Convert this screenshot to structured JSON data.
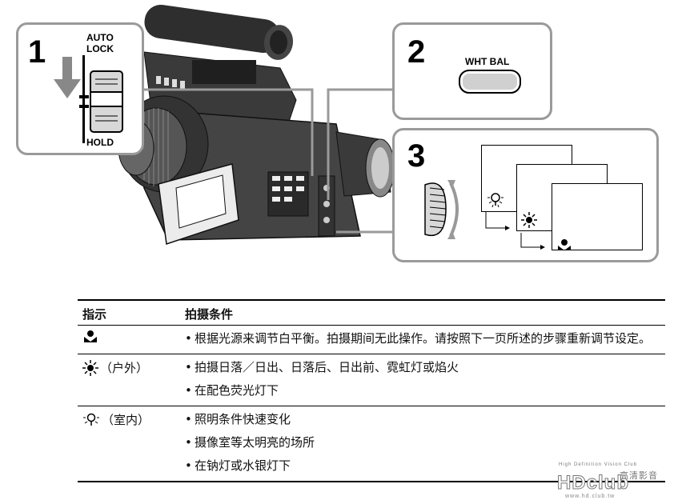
{
  "steps": {
    "step1": {
      "number": "1",
      "switch_labels": {
        "auto": "AUTO",
        "lock": "LOCK",
        "hold": "HOLD"
      }
    },
    "step2": {
      "number": "2",
      "button_label": "WHT BAL"
    },
    "step3": {
      "number": "3"
    }
  },
  "table": {
    "headers": {
      "indicator": "指示",
      "condition": "拍摄条件"
    },
    "rows": [
      {
        "indicator_icon": "white-balance-hold-icon",
        "indicator_text": "",
        "conditions": [
          "根据光源来调节白平衡。拍摄期间无此操作。请按照下一页所述的步骤重新调节设定。"
        ]
      },
      {
        "indicator_icon": "sun-outdoor-icon",
        "indicator_text": "（户外）",
        "conditions": [
          "拍摄日落／日出、日落后、日出前、霓虹灯或焰火",
          "在配色荧光灯下"
        ]
      },
      {
        "indicator_icon": "bulb-indoor-icon",
        "indicator_text": "（室内）",
        "conditions": [
          "照明条件快速变化",
          "摄像室等太明亮的场所",
          "在钠灯或水银灯下"
        ]
      }
    ]
  },
  "watermark": {
    "tagline": "High Definition Vision Club",
    "cn_text": "高清影音",
    "logo_text": "HDclub",
    "url": "www.hd.club.tw"
  },
  "colors": {
    "panel_border": "#9a9a9a",
    "camera_body": "#3a3a3a",
    "text": "#111111"
  }
}
